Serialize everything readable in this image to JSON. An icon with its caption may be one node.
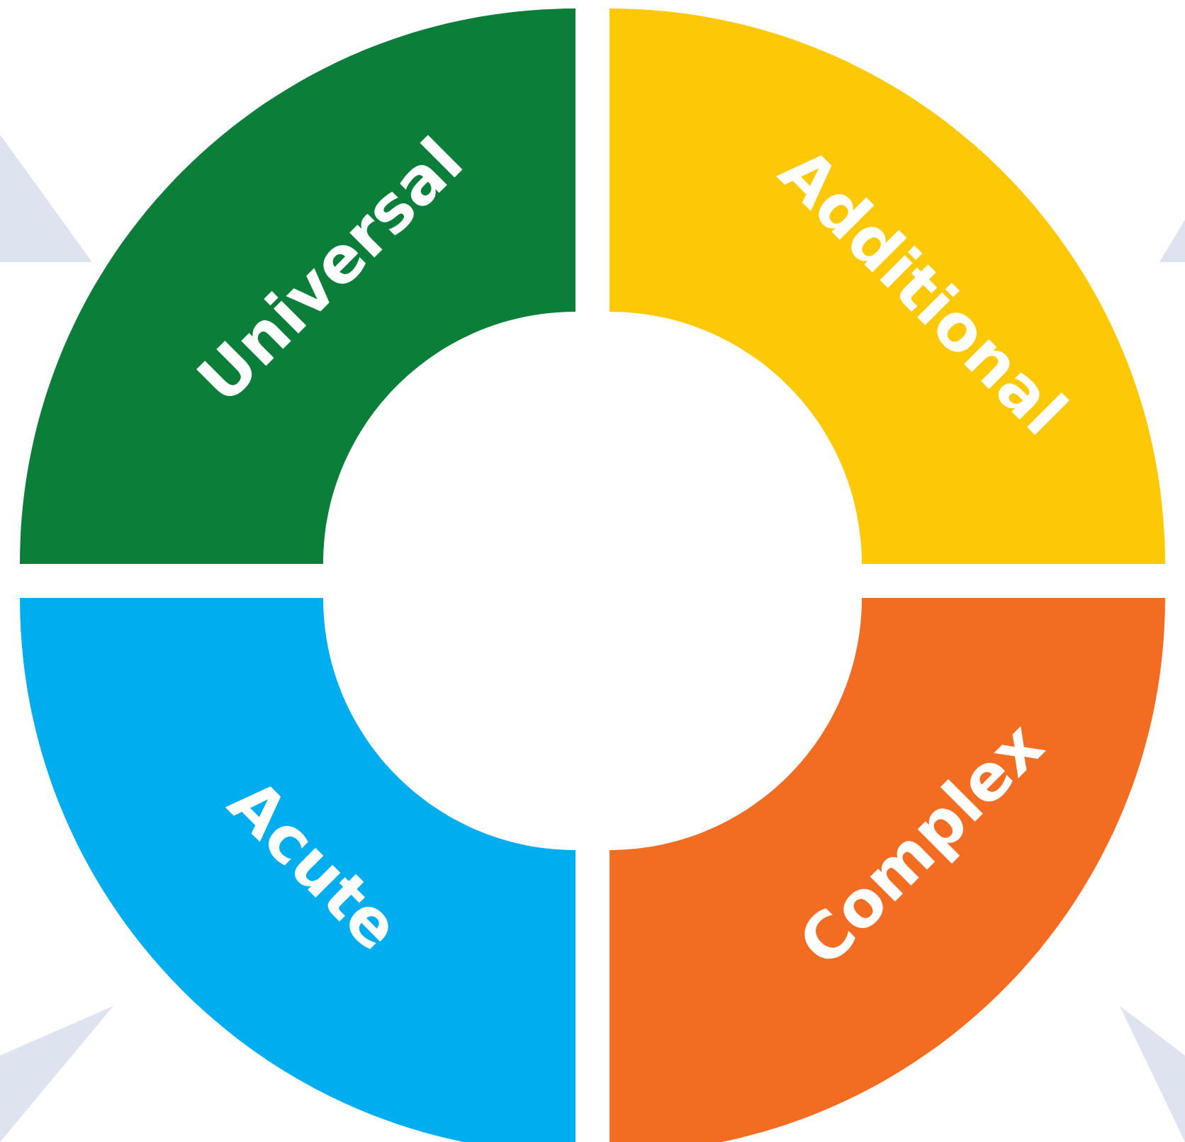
{
  "diagram": {
    "nodes": [
      {
        "text": [
          "Universal"
        ]
      },
      {
        "text": [
          "Additional"
        ]
      },
      {
        "text": [
          "Acute"
        ]
      },
      {
        "text": [
          "Complex"
        ]
      }
    ]
  }
}
